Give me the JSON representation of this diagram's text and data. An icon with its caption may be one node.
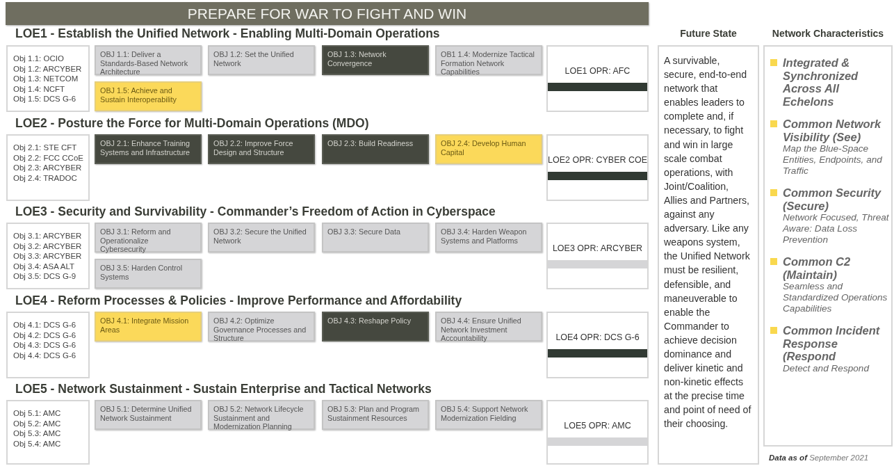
{
  "diagram": {
    "title": "PREPARE FOR WAR TO FIGHT AND WIN",
    "nodes": [
      {
        "text": [
          "Obj 1.1: OCIO",
          "Obj 1.2: ARCYBER",
          "Obj 1.3: NETCOM",
          "Obj 1.4: NCFT",
          "Obj 1.5: DCS G-6"
        ]
      },
      {
        "text": [
          "OBJ 1.1: Deliver a Standards-Based Network Architecture"
        ]
      },
      {
        "text": [
          "OBJ 1.2: Set the Unified Network"
        ]
      },
      {
        "text": [
          "OBJ 1.3: Network Convergence"
        ]
      },
      {
        "text": [
          "OB1 1.4: Modernize Tactical Formation Network Capabilities"
        ]
      },
      {
        "text": [
          "OBJ 1.5: Achieve and Sustain Interoperability"
        ]
      },
      {
        "text": [
          "LOE1 OPR: AFC"
        ]
      },
      {
        "text": [
          "Obj 2.1: STE CFT",
          "Obj 2.2: FCC CCoE",
          "Obj 2.3: ARCYBER",
          "Obj 2.4: TRADOC"
        ]
      },
      {
        "text": [
          "OBJ 2.1: Enhance Training Systems and Infrastructure"
        ]
      },
      {
        "text": [
          "OBJ 2.2: Improve Force Design and Structure"
        ]
      },
      {
        "text": [
          "OBJ 2.3: Build Readiness"
        ]
      },
      {
        "text": [
          "OBJ 2.4: Develop Human Capital"
        ]
      },
      {
        "text": [
          "LOE2 OPR: CYBER COE"
        ]
      },
      {
        "text": [
          "Obj 3.1: ARCYBER",
          "Obj 3.2: ARCYBER",
          "Obj 3.3: ARCYBER",
          "Obj 3.4: ASA ALT",
          "Obj 3.5: DCS G-9"
        ]
      },
      {
        "text": [
          "OBJ 3.1: Reform and Operationalize Cybersecurity"
        ]
      },
      {
        "text": [
          "OBJ 3.2: Secure the Unified Network"
        ]
      },
      {
        "text": [
          "OBJ 3.3: Secure Data"
        ]
      },
      {
        "text": [
          "OBJ 3.4: Harden Weapon Systems and Platforms"
        ]
      },
      {
        "text": [
          "OBJ 3.5: Harden Control Systems"
        ]
      },
      {
        "text": [
          "LOE3 OPR: ARCYBER"
        ]
      },
      {
        "text": [
          "Obj 4.1: DCS G-6",
          "Obj 4.2: DCS G-6",
          "Obj 4.3: DCS G-6",
          "Obj 4.4: DCS G-6"
        ]
      },
      {
        "text": [
          "OBJ 4.1: Integrate Mission Areas"
        ]
      },
      {
        "text": [
          "OBJ 4.2: Optimize Governance Processes and Structure"
        ]
      },
      {
        "text": [
          "OBJ 4.3: Reshape Policy"
        ]
      },
      {
        "text": [
          "OBJ 4.4: Ensure Unified Network Investment Accountability"
        ]
      },
      {
        "text": [
          "LOE4 OPR: DCS G-6"
        ]
      },
      {
        "text": [
          "Obj 5.1: AMC",
          "Obj 5.2: AMC",
          "Obj 5.3: AMC",
          "Obj 5.4: AMC"
        ]
      },
      {
        "text": [
          "OBJ 5.1: Determine Unified Network Sustainment"
        ]
      },
      {
        "text": [
          "OBJ 5.2: Network Lifecycle Sustainment and Modernization Planning"
        ]
      },
      {
        "text": [
          "OBJ 5.3: Plan and Program Sustainment Resources"
        ]
      },
      {
        "text": [
          "OBJ 5.4: Support Network Modernization Fielding"
        ]
      },
      {
        "text": [
          "LOE5 OPR: AMC"
        ]
      },
      {
        "text": [
          "Future State",
          "A survivable, secure, end-to-end network that enables leaders to complete and, if necessary, to fight and win in large scale combat operations, with Joint/Coalition, Allies and Partners, against any adversary. Like any weapons system, the Unified Network must be resilient, defensible, and maneuverable to enable the Commander to achieve decision dominance and deliver kinetic and non-kinetic effects at the precise time and point of need of their choosing."
        ]
      },
      {
        "text": [
          "Network Characteristics",
          "Integrated & Synchronized Across All Echelons",
          "Common Network Visibility (See)",
          "Map the Blue-Space Entities, Endpoints, and Traffic",
          "Common Security (Secure)",
          "Network Focused, Threat Aware: Data Loss Prevention",
          "Common C2 (Maintain)",
          "Seamless and Standardized Operations Capabilities",
          "Common Incident Response (Respond",
          "Detect and Respond"
        ]
      }
    ],
    "labels": [
      "LOE1 - Establish the Unified Network - Enabling Multi-Domain Operations",
      "LOE2 - Posture the Force for Multi-Domain Operations (MDO)",
      "LOE3 - Security and Survivability - Commander’s Freedom of Action in Cyberspace",
      "LOE4 - Reform Processes & Policies - Improve Performance and Affordability",
      "LOE5 - Network Sustainment - Sustain Enterprise and Tactical Networks",
      "**Data as of** September 2021"
    ]
  }
}
